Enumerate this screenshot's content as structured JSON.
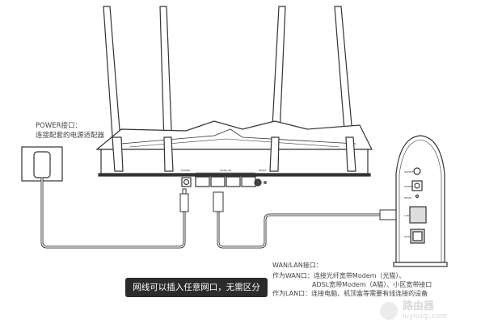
{
  "power_label": {
    "title": "POWER接口：",
    "desc": "连接配套的电源适配器"
  },
  "router_ports": {
    "power": "POWER",
    "wan_lan": "WAN/LAN",
    "reset": "RESET"
  },
  "modem_ports": {
    "onoff": "ON/OFF",
    "power": "POWER",
    "reset": "RESET",
    "lan": "LAN",
    "adsl": "ADSL"
  },
  "wan_lan_label": {
    "title": "WAN/LAN接口：",
    "wan_prefix": "作为WAN口：",
    "wan_line1": "连接光纤宽带Modem（光猫）、",
    "wan_line2": "ADSL宽带Modem（A猫）、小区宽带接口",
    "lan_prefix": "作为LAN口：",
    "lan_line": "连接电脑、机顶盒等需要有线连接的设备"
  },
  "note": "网线可以插入任意网口，无需区分",
  "watermark": {
    "name": "路由器",
    "url": "luyouqi.com"
  }
}
